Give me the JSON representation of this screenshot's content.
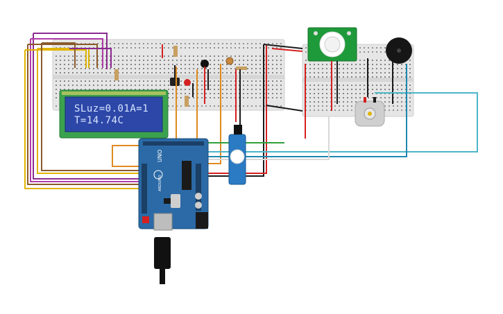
{
  "canvas": {
    "background": "#ffffff"
  },
  "lcd": {
    "line1": "SLuz=0.01A=1",
    "line2": "T=14.74C",
    "backlight_color": "#2d47a8",
    "bezel_color": "#3aa24e"
  },
  "arduino": {
    "board_label": "UNO",
    "brand_label": "ARDUINO",
    "board_color": "#2b6aa6"
  },
  "wire_colors": {
    "purple": "#8b2a8f",
    "magenta": "#b03aa8",
    "brown": "#8a5a2b",
    "yellow": "#e0b400",
    "orange": "#e08a1e",
    "red": "#d42020",
    "black": "#1a1a1a",
    "green": "#2f9e3a",
    "cyan": "#4bb5c8",
    "teal": "#1e88b0",
    "light": "#d8d8d8"
  },
  "components": {
    "pir_color": "#1e9a3a",
    "servo_color": "#2a7bc4",
    "buzzer_color": "#161616",
    "motor_color": "#cfcfcf"
  }
}
